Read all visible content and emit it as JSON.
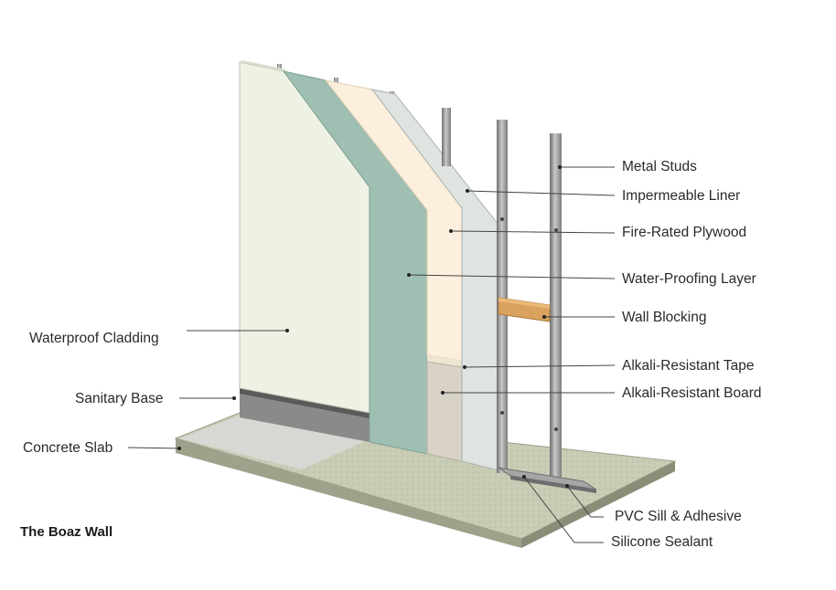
{
  "title": "The Boaz Wall",
  "labels": {
    "metal_studs": "Metal Studs",
    "impermeable_liner": "Impermeable Liner",
    "fire_rated_plywood": "Fire-Rated Plywood",
    "water_proofing_layer": "Water-Proofing Layer",
    "wall_blocking": "Wall Blocking",
    "alkali_resistant_tape": "Alkali-Resistant Tape",
    "alkali_resistant_board": "Alkali-Resistant Board",
    "pvc_sill_adhesive": "PVC Sill & Adhesive",
    "silicone_sealant": "Silicone Sealant",
    "waterproof_cladding": "Waterproof Cladding",
    "sanitary_base": "Sanitary Base",
    "concrete_slab": "Concrete Slab"
  },
  "colors": {
    "cladding": "#eef2e4",
    "waterproofing": "#9fbfb2",
    "plywood": "#fdefdd",
    "liner": "#dfe4e1",
    "alkali_board": "#d8d3c6",
    "slab_top": "#c8cbb2",
    "blocking": "#d9a25e",
    "stud": "#a8a8a8"
  }
}
